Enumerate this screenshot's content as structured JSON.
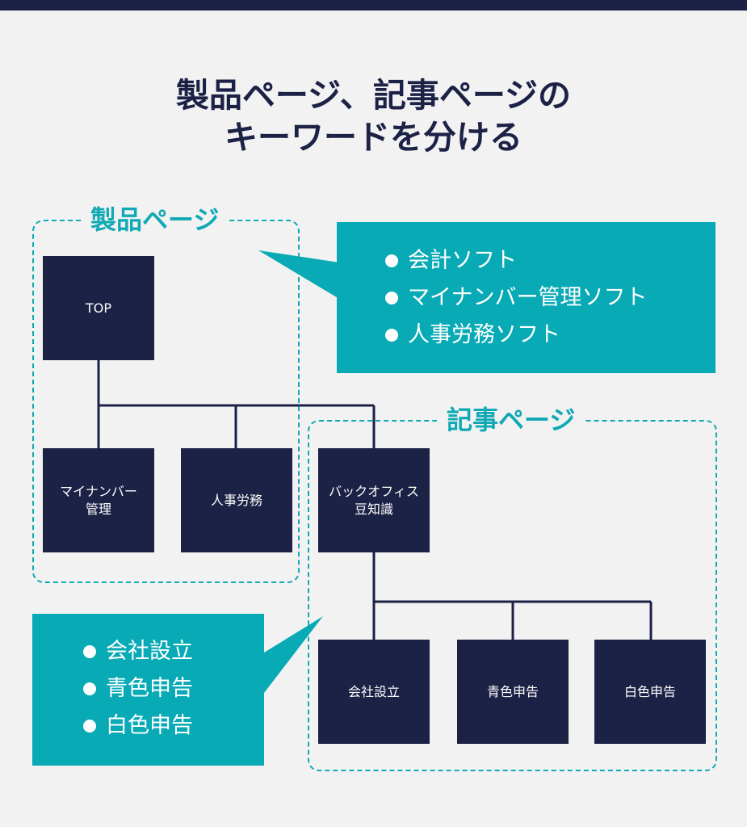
{
  "title": {
    "line1": "製品ページ、記事ページの",
    "line2": "キーワードを分ける"
  },
  "groups": {
    "product": {
      "label": "製品ページ"
    },
    "article": {
      "label": "記事ページ"
    }
  },
  "nodes": {
    "top": "TOP",
    "mynumber": "マイナンバー\n管理",
    "hr": "人事労務",
    "backoffice": "バックオフィス\n豆知識",
    "company": "会社設立",
    "blue": "青色申告",
    "white": "白色申告"
  },
  "callouts": {
    "product_keywords": [
      "会計ソフト",
      "マイナンバー管理ソフト",
      "人事労務ソフト"
    ],
    "article_keywords": [
      "会社設立",
      "青色申告",
      "白色申告"
    ]
  },
  "colors": {
    "navy": "#1c2146",
    "teal": "#08aab5",
    "background": "#f2f2f2"
  }
}
